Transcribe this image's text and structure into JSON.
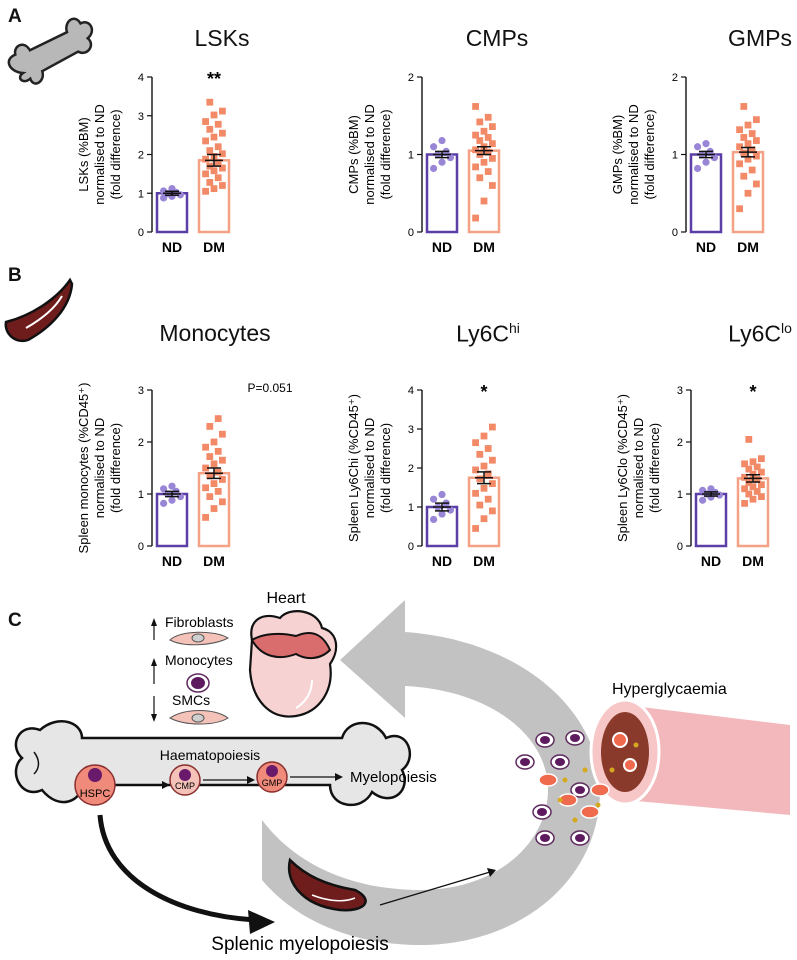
{
  "panels": {
    "a": "A",
    "b": "B",
    "c": "C"
  },
  "colors": {
    "nd": "#5b3ea6",
    "nd_dots": "#9a86d6",
    "dm": "#f4a186",
    "dm_dots": "#f28a68",
    "bone": "#e6e6e6",
    "spleen": "#6e1c1c",
    "arrow": "#c2c2c2"
  },
  "chart_data": [
    {
      "id": "lsk",
      "type": "bar",
      "title": "LSKs",
      "ylabel": [
        "LSKs (%BM)",
        "normalised to ND",
        "(fold difference)"
      ],
      "ylim": [
        0,
        4
      ],
      "yticks": [
        "0",
        "1",
        "2",
        "3",
        "4"
      ],
      "categories": [
        "ND",
        "DM"
      ],
      "values": [
        1.0,
        1.85
      ],
      "sem": [
        0.05,
        0.15
      ],
      "points": [
        [
          0.88,
          0.92,
          0.96,
          0.99,
          1.02,
          1.06,
          1.12
        ],
        [
          1.05,
          1.12,
          1.2,
          1.28,
          1.4,
          1.5,
          1.58,
          1.65,
          1.7,
          1.8,
          1.88,
          1.95,
          2.02,
          2.1,
          2.2,
          2.35,
          2.45,
          2.55,
          2.65,
          2.78,
          2.85,
          3.02,
          3.12,
          3.35
        ]
      ],
      "annotation": "**"
    },
    {
      "id": "cmp",
      "type": "bar",
      "title": "CMPs",
      "ylabel": [
        "CMPs (%BM)",
        "normalised to ND",
        "(fold difference)"
      ],
      "ylim": [
        0,
        2
      ],
      "yticks": [
        "0",
        "1",
        "2"
      ],
      "categories": [
        "ND",
        "DM"
      ],
      "values": [
        1.0,
        1.05
      ],
      "sem": [
        0.04,
        0.05
      ],
      "points": [
        [
          0.82,
          0.9,
          0.96,
          1.0,
          1.04,
          1.1,
          1.18
        ],
        [
          0.18,
          0.4,
          0.6,
          0.7,
          0.78,
          0.84,
          0.9,
          0.95,
          1.0,
          1.03,
          1.06,
          1.1,
          1.14,
          1.18,
          1.22,
          1.25,
          1.3,
          1.36,
          1.42,
          1.48,
          1.62
        ]
      ],
      "annotation": ""
    },
    {
      "id": "gmp",
      "type": "bar",
      "title": "GMPs",
      "ylabel": [
        "GMPs (%BM)",
        "normalised to ND",
        "(fold difference)"
      ],
      "ylim": [
        0,
        2
      ],
      "yticks": [
        "0",
        "1",
        "2"
      ],
      "categories": [
        "ND",
        "DM"
      ],
      "values": [
        1.0,
        1.03
      ],
      "sem": [
        0.04,
        0.06
      ],
      "points": [
        [
          0.82,
          0.9,
          0.96,
          1.0,
          1.04,
          1.1,
          1.14
        ],
        [
          0.3,
          0.5,
          0.62,
          0.72,
          0.8,
          0.88,
          0.94,
          0.98,
          1.02,
          1.06,
          1.1,
          1.14,
          1.18,
          1.22,
          1.27,
          1.32,
          1.38,
          1.45,
          1.62
        ]
      ],
      "annotation": ""
    },
    {
      "id": "mono",
      "type": "bar",
      "title": "Monocytes",
      "ylabel": [
        "Spleen monocytes (%CD45⁺)",
        "normalised to ND",
        "(fold difference)"
      ],
      "ylim": [
        0,
        3
      ],
      "yticks": [
        "0",
        "1",
        "2",
        "3"
      ],
      "categories": [
        "ND",
        "DM"
      ],
      "values": [
        1.0,
        1.4
      ],
      "sem": [
        0.05,
        0.1
      ],
      "points": [
        [
          0.82,
          0.88,
          0.95,
          1.0,
          1.05,
          1.1,
          1.15
        ],
        [
          0.55,
          0.72,
          0.85,
          0.95,
          1.05,
          1.12,
          1.2,
          1.28,
          1.35,
          1.42,
          1.5,
          1.58,
          1.65,
          1.72,
          1.82,
          1.9,
          2.0,
          2.15,
          2.3,
          2.45
        ]
      ],
      "annotation": "P=0.051"
    },
    {
      "id": "ly6chi",
      "type": "bar",
      "title": "Ly6C",
      "title_sup": "hi",
      "ylabel": [
        "Spleen Ly6Chi (%CD45⁺)",
        "normalised to ND",
        "(fold difference)"
      ],
      "ylim": [
        0,
        4
      ],
      "yticks": [
        "0",
        "1",
        "2",
        "3",
        "4"
      ],
      "categories": [
        "ND",
        "DM"
      ],
      "values": [
        1.0,
        1.75
      ],
      "sem": [
        0.1,
        0.15
      ],
      "points": [
        [
          0.68,
          0.82,
          0.92,
          1.0,
          1.1,
          1.2,
          1.32
        ],
        [
          0.45,
          0.7,
          0.9,
          1.05,
          1.2,
          1.35,
          1.48,
          1.6,
          1.72,
          1.85,
          1.95,
          2.05,
          2.2,
          2.35,
          2.5,
          2.65,
          2.82,
          3.05
        ]
      ],
      "annotation": "*"
    },
    {
      "id": "ly6clo",
      "type": "bar",
      "title": "Ly6C",
      "title_sup": "lo",
      "ylabel": [
        "Spleen Ly6Clo (%CD45⁺)",
        "normalised to ND",
        "(fold difference)"
      ],
      "ylim": [
        0,
        3
      ],
      "yticks": [
        "0",
        "1",
        "2",
        "3"
      ],
      "categories": [
        "ND",
        "DM"
      ],
      "values": [
        1.0,
        1.3
      ],
      "sem": [
        0.04,
        0.07
      ],
      "points": [
        [
          0.88,
          0.94,
          0.98,
          1.0,
          1.03,
          1.07,
          1.1
        ],
        [
          0.82,
          0.9,
          0.95,
          1.0,
          1.05,
          1.1,
          1.14,
          1.18,
          1.22,
          1.28,
          1.32,
          1.38,
          1.42,
          1.48,
          1.52,
          1.58,
          1.62,
          1.68,
          2.05
        ]
      ],
      "annotation": "*"
    }
  ],
  "diagram": {
    "heart": "Heart",
    "fibroblasts": "Fibroblasts",
    "monocytes": "Monocytes",
    "smcs": "SMCs",
    "haematopoiesis": "Haematopoiesis",
    "hspc": "HSPC",
    "cmp": "CMP",
    "gmp": "GMP",
    "myelopoiesis": "Myelopoiesis",
    "hyperglycaemia": "Hyperglycaemia",
    "splenic": "Splenic myelopoiesis"
  }
}
